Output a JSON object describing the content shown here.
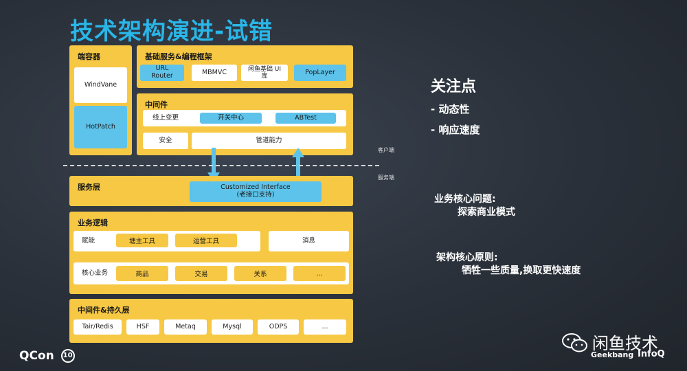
{
  "title": "技术架构演进-试错",
  "client_label": "客户端",
  "server_label": "服务端",
  "container": {
    "header": "端容器",
    "items": [
      "WindVane",
      "HotPatch"
    ]
  },
  "base": {
    "header": "基础服务&编程框架",
    "items": [
      "URL Router",
      "MBMVC",
      "闲鱼基础 UI库",
      "PopLayer"
    ]
  },
  "middleware": {
    "header": "中间件",
    "online": "线上变更",
    "switch": "开关中心",
    "abtest": "ABTest",
    "security": "安全",
    "pipeline": "管道能力"
  },
  "service": {
    "header": "服务层",
    "interface_line1": "Customized Interface",
    "interface_line2": "(老接口支持)"
  },
  "logic": {
    "header": "业务逻辑",
    "empower": "赋能",
    "shop_tool": "塘主工具",
    "ops_tool": "运营工具",
    "message": "消息",
    "core": "核心业务",
    "goods": "商品",
    "trade": "交易",
    "relation": "关系",
    "more": "..."
  },
  "persist": {
    "header": "中间件&持久层",
    "items": [
      "Tair/Redis",
      "HSF",
      "Metaq",
      "Mysql",
      "ODPS",
      "..."
    ]
  },
  "focus": {
    "title": "关注点",
    "items": [
      "- 动态性",
      "- 响应速度"
    ]
  },
  "business_problem": {
    "title": "业务核心问题:",
    "text": "探索商业模式"
  },
  "arch_principle": {
    "title": "架构核心原则:",
    "text": "牺牲一些质量,换取更快速度"
  },
  "footer": {
    "qcon": "QCon",
    "brand": "闲鱼技术",
    "geekbang": "Geekbang",
    "infoq": "InfoQ"
  },
  "colors": {
    "title": "#29b6e8",
    "yellow": "#f6c844",
    "blue": "#5dc3ea"
  }
}
